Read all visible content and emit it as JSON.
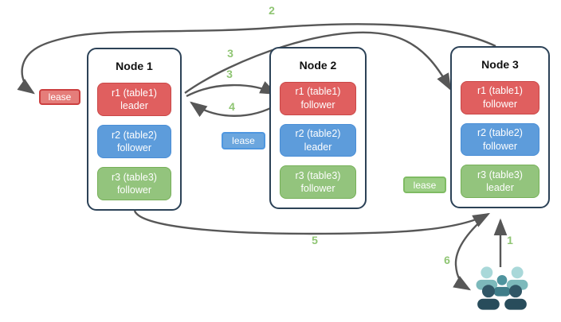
{
  "nodes": [
    {
      "title": "Node 1",
      "replicas": [
        {
          "name": "r1 (table1)",
          "role": "leader"
        },
        {
          "name": "r2 (table2)",
          "role": "follower"
        },
        {
          "name": "r3 (table3)",
          "role": "follower"
        }
      ]
    },
    {
      "title": "Node 2",
      "replicas": [
        {
          "name": "r1 (table1)",
          "role": "follower"
        },
        {
          "name": "r2 (table2)",
          "role": "leader"
        },
        {
          "name": "r3 (table3)",
          "role": "follower"
        }
      ]
    },
    {
      "title": "Node 3",
      "replicas": [
        {
          "name": "r1 (table1)",
          "role": "follower"
        },
        {
          "name": "r2 (table2)",
          "role": "follower"
        },
        {
          "name": "r3 (table3)",
          "role": "leader"
        }
      ]
    }
  ],
  "leases": [
    {
      "label": "lease",
      "color": "red"
    },
    {
      "label": "lease",
      "color": "blue"
    },
    {
      "label": "lease",
      "color": "green"
    }
  ],
  "steps": [
    {
      "text": "2"
    },
    {
      "text": "3"
    },
    {
      "text": "3"
    },
    {
      "text": "4"
    },
    {
      "text": "5"
    },
    {
      "text": "6"
    },
    {
      "text": "1"
    }
  ],
  "icons": {
    "users": "users-group-icon"
  },
  "theme": {
    "background": "#ffffff",
    "title_text": "#111111",
    "node_border": "#2c4257",
    "red": "#e05f5f",
    "red_border": "#c94747",
    "blue": "#5d9cdb",
    "blue_border": "#4a8ed6",
    "green": "#93c47d",
    "green_border": "#76b058",
    "lease_red_bg": "#e57d7a",
    "lease_red_border": "#cc3f3f",
    "lease_blue_bg": "#6ba6de",
    "lease_blue_border": "#4f97e0",
    "lease_green_bg": "#9cce85",
    "lease_green_border": "#7fbb63",
    "arrow": "#575757",
    "step_label": "#8fc573",
    "teal_light_head": "#a9d8d9",
    "teal_light_body": "#7cb9bb",
    "teal_mid_head": "#4f949e",
    "teal_mid_body": "#3f7d89",
    "teal_dark_head": "#305666",
    "teal_dark_body": "#284c5b"
  }
}
